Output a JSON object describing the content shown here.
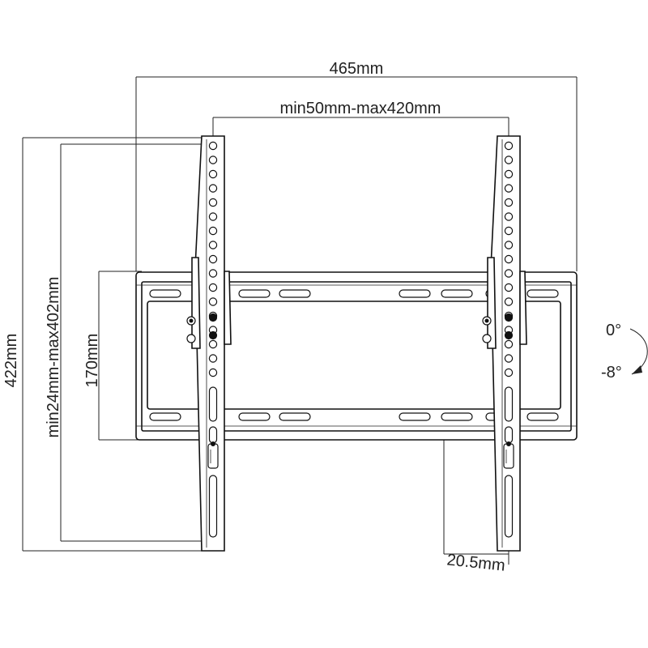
{
  "diagram": {
    "dimensions": {
      "overall_width": "465mm",
      "vesa_horizontal": "min50mm-max420mm",
      "overall_height": "422mm",
      "vesa_vertical": "min24mm-max402mm",
      "plate_height": "170mm",
      "wall_distance": "20.5mm"
    },
    "tilt": {
      "upper": "0°",
      "lower": "-8°"
    }
  }
}
